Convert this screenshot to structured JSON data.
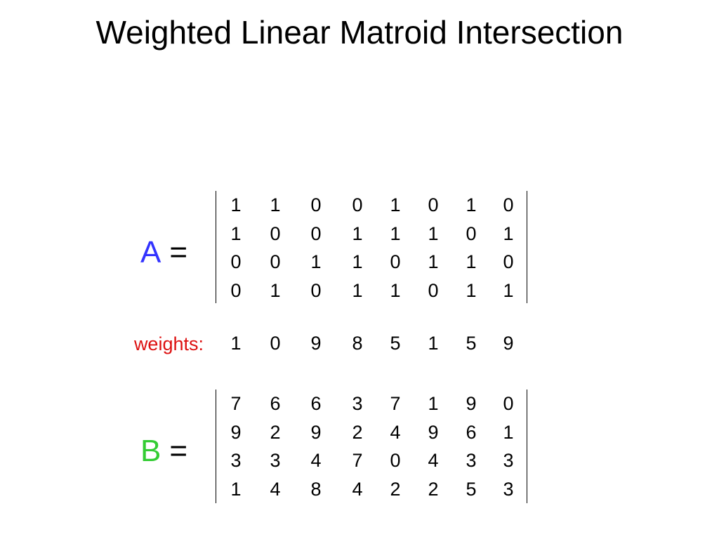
{
  "title": "Weighted Linear Matroid Intersection",
  "matrix_a": {
    "name": "A",
    "equals": "=",
    "name_color": "#3333ff",
    "rows": [
      [
        "1",
        "1",
        "0",
        "0",
        "1",
        "0",
        "1",
        "0"
      ],
      [
        "1",
        "0",
        "0",
        "1",
        "1",
        "1",
        "0",
        "1"
      ],
      [
        "0",
        "0",
        "1",
        "1",
        "0",
        "1",
        "1",
        "0"
      ],
      [
        "0",
        "1",
        "0",
        "1",
        "1",
        "0",
        "1",
        "1"
      ]
    ]
  },
  "weights": {
    "label": "weights:",
    "label_color": "#dd1111",
    "values": [
      "1",
      "0",
      "9",
      "8",
      "5",
      "1",
      "5",
      "9"
    ]
  },
  "matrix_b": {
    "name": "B",
    "equals": "=",
    "name_color": "#33cc33",
    "rows": [
      [
        "7",
        "6",
        "6",
        "3",
        "7",
        "1",
        "9",
        "0"
      ],
      [
        "9",
        "2",
        "9",
        "2",
        "4",
        "9",
        "6",
        "1"
      ],
      [
        "3",
        "3",
        "4",
        "7",
        "0",
        "4",
        "3",
        "3"
      ],
      [
        "1",
        "4",
        "8",
        "4",
        "2",
        "2",
        "5",
        "3"
      ]
    ]
  }
}
